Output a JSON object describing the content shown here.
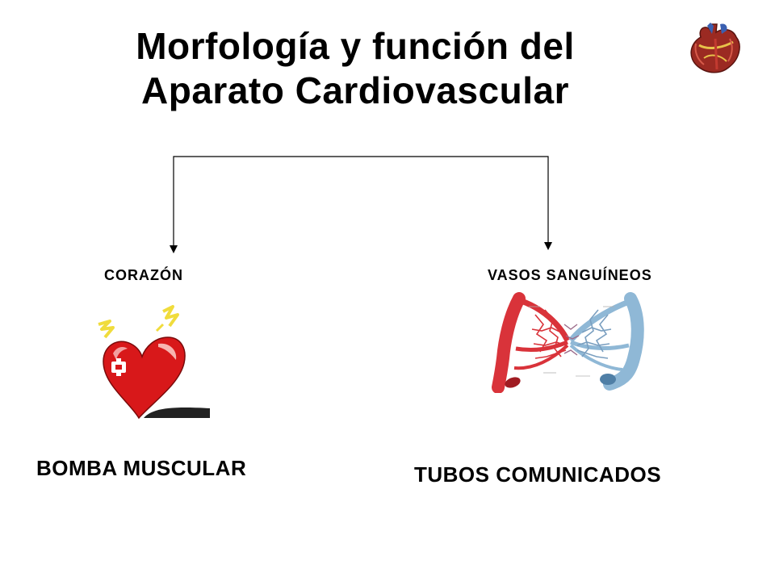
{
  "slide": {
    "title_line1": "Morfología y función del",
    "title_line2": "Aparato Cardiovascular",
    "branches": [
      {
        "label": "CORAZÓN",
        "function": "BOMBA MUSCULAR",
        "icon": "cartoon-heart-icon"
      },
      {
        "label": "VASOS SANGUÍNEOS",
        "function": "TUBOS COMUNICADOS",
        "icon": "capillary-network-icon"
      }
    ],
    "corner_icon": "anatomical-heart-icon"
  },
  "colors": {
    "heart_red": "#d8181a",
    "artery_red": "#d9333a",
    "vein_blue": "#8fb8d6",
    "spark_yellow": "#f0dc3c"
  }
}
